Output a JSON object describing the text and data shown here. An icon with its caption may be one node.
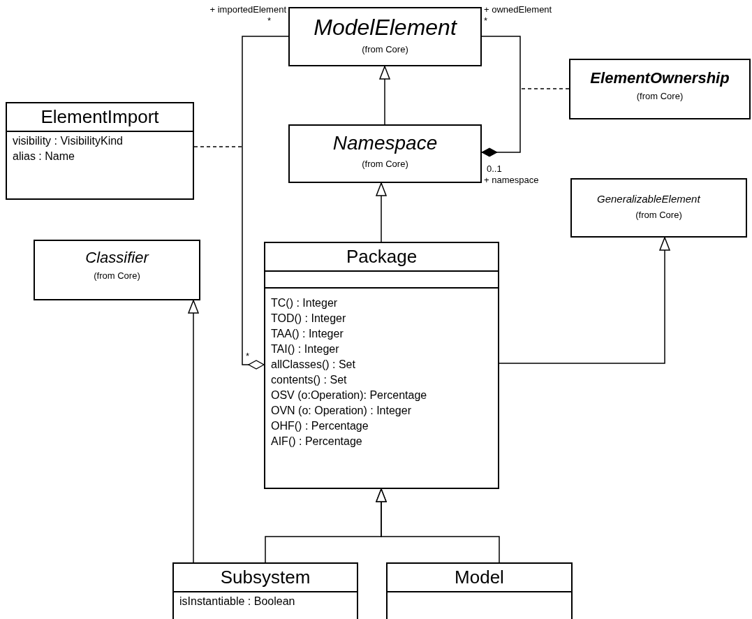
{
  "diagram": {
    "nodes": [
      {
        "text": [
          "ModelElement",
          "(from Core)"
        ]
      },
      {
        "text": [
          "ElementOwnership",
          "(from Core)"
        ]
      },
      {
        "text": [
          "ElementImport",
          "visibility : VisibilityKind",
          "alias : Name"
        ]
      },
      {
        "text": [
          "Namespace",
          "(from Core)"
        ]
      },
      {
        "text": [
          "GeneralizableElement",
          "(from Core)"
        ]
      },
      {
        "text": [
          "Classifier",
          "(from Core)"
        ]
      },
      {
        "text": [
          "Package",
          "TC() : Integer",
          "TOD() : Integer",
          "TAA() : Integer",
          "TAI() : Integer",
          "allClasses() : Set",
          "contents() : Set",
          "OSV (o:Operation): Percentage",
          "OVN (o: Operation) : Integer",
          "OHF() : Percentage",
          "AIF() : Percentage"
        ]
      },
      {
        "text": [
          "Subsystem",
          "isInstantiable : Boolean"
        ]
      },
      {
        "text": [
          "Model"
        ]
      }
    ],
    "edges": [
      {
        "from": 3,
        "to": 0,
        "arrow": "to"
      },
      {
        "from": 6,
        "to": 3,
        "arrow": "to"
      },
      {
        "from": 6,
        "to": 4,
        "arrow": "to"
      },
      {
        "from": 7,
        "to": 6,
        "arrow": "to"
      },
      {
        "from": 8,
        "to": 6,
        "arrow": "to"
      },
      {
        "from": 7,
        "to": 5,
        "arrow": "to"
      },
      {
        "from": 3,
        "to": 0,
        "arrow": "other"
      },
      {
        "from": 6,
        "to": 0,
        "arrow": "other"
      },
      {
        "from": 1,
        "to": null,
        "arrow": "none",
        "style": "dashed"
      },
      {
        "from": 2,
        "to": null,
        "arrow": "none",
        "style": "dashed"
      }
    ],
    "labels": [
      "+ importedElement",
      "+ ownedElement",
      "*",
      "*",
      "0..1",
      "+ namespace",
      "*"
    ]
  }
}
